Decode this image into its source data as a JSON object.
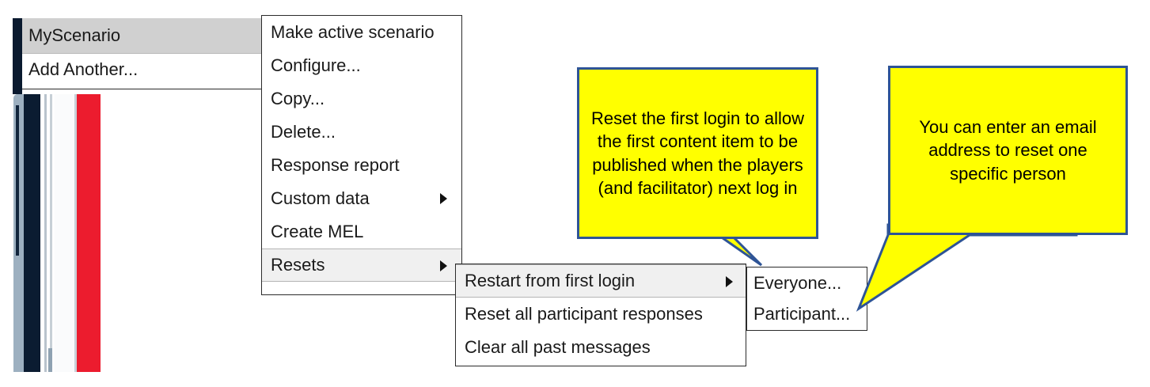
{
  "background": {
    "description": "partial application window visible behind menus",
    "colors": {
      "navy": "#0b1c31",
      "gray_blue": "#9db0c0",
      "red_bar": "#ec1c2e",
      "white": "#ffffff"
    }
  },
  "menus": {
    "scenarios": {
      "name": "scenario-list-menu",
      "items": [
        {
          "label": "MyScenario",
          "state": "highlighted",
          "has_submenu": false
        },
        {
          "label": "Add Another...",
          "state": "normal",
          "has_submenu": false
        }
      ]
    },
    "actions": {
      "name": "scenario-actions-menu",
      "items": [
        {
          "label": "Make active scenario",
          "state": "normal",
          "has_submenu": false
        },
        {
          "label": "Configure...",
          "state": "normal",
          "has_submenu": false
        },
        {
          "label": "Copy...",
          "state": "normal",
          "has_submenu": false
        },
        {
          "label": "Delete...",
          "state": "normal",
          "has_submenu": false
        },
        {
          "label": "Response report",
          "state": "normal",
          "has_submenu": false
        },
        {
          "label": "Custom data",
          "state": "normal",
          "has_submenu": true
        },
        {
          "label": "Create MEL",
          "state": "normal",
          "has_submenu": false
        },
        {
          "label": "Resets",
          "state": "highlighted",
          "has_submenu": true
        }
      ]
    },
    "resets": {
      "name": "resets-submenu",
      "items": [
        {
          "label": "Restart from first login",
          "state": "highlighted",
          "has_submenu": true
        },
        {
          "label": "Reset all participant responses",
          "state": "normal",
          "has_submenu": false
        },
        {
          "label": "Clear all past messages",
          "state": "normal",
          "has_submenu": false
        }
      ]
    },
    "who": {
      "name": "restart-target-submenu",
      "items": [
        {
          "label": "Everyone...",
          "state": "normal",
          "has_submenu": false
        },
        {
          "label": "Participant...",
          "state": "normal",
          "has_submenu": false
        }
      ]
    }
  },
  "callouts": [
    {
      "id": "reset-login",
      "text": "Reset the first login to allow the first content item to be published when the players (and facilitator) next log in",
      "points_at": "Everyone...",
      "fill": "#ffff00",
      "border": "#2e5496"
    },
    {
      "id": "email-person",
      "text": "You can enter an email address to reset one specific person",
      "points_at": "Participant...",
      "fill": "#ffff00",
      "border": "#2e5496"
    }
  ]
}
